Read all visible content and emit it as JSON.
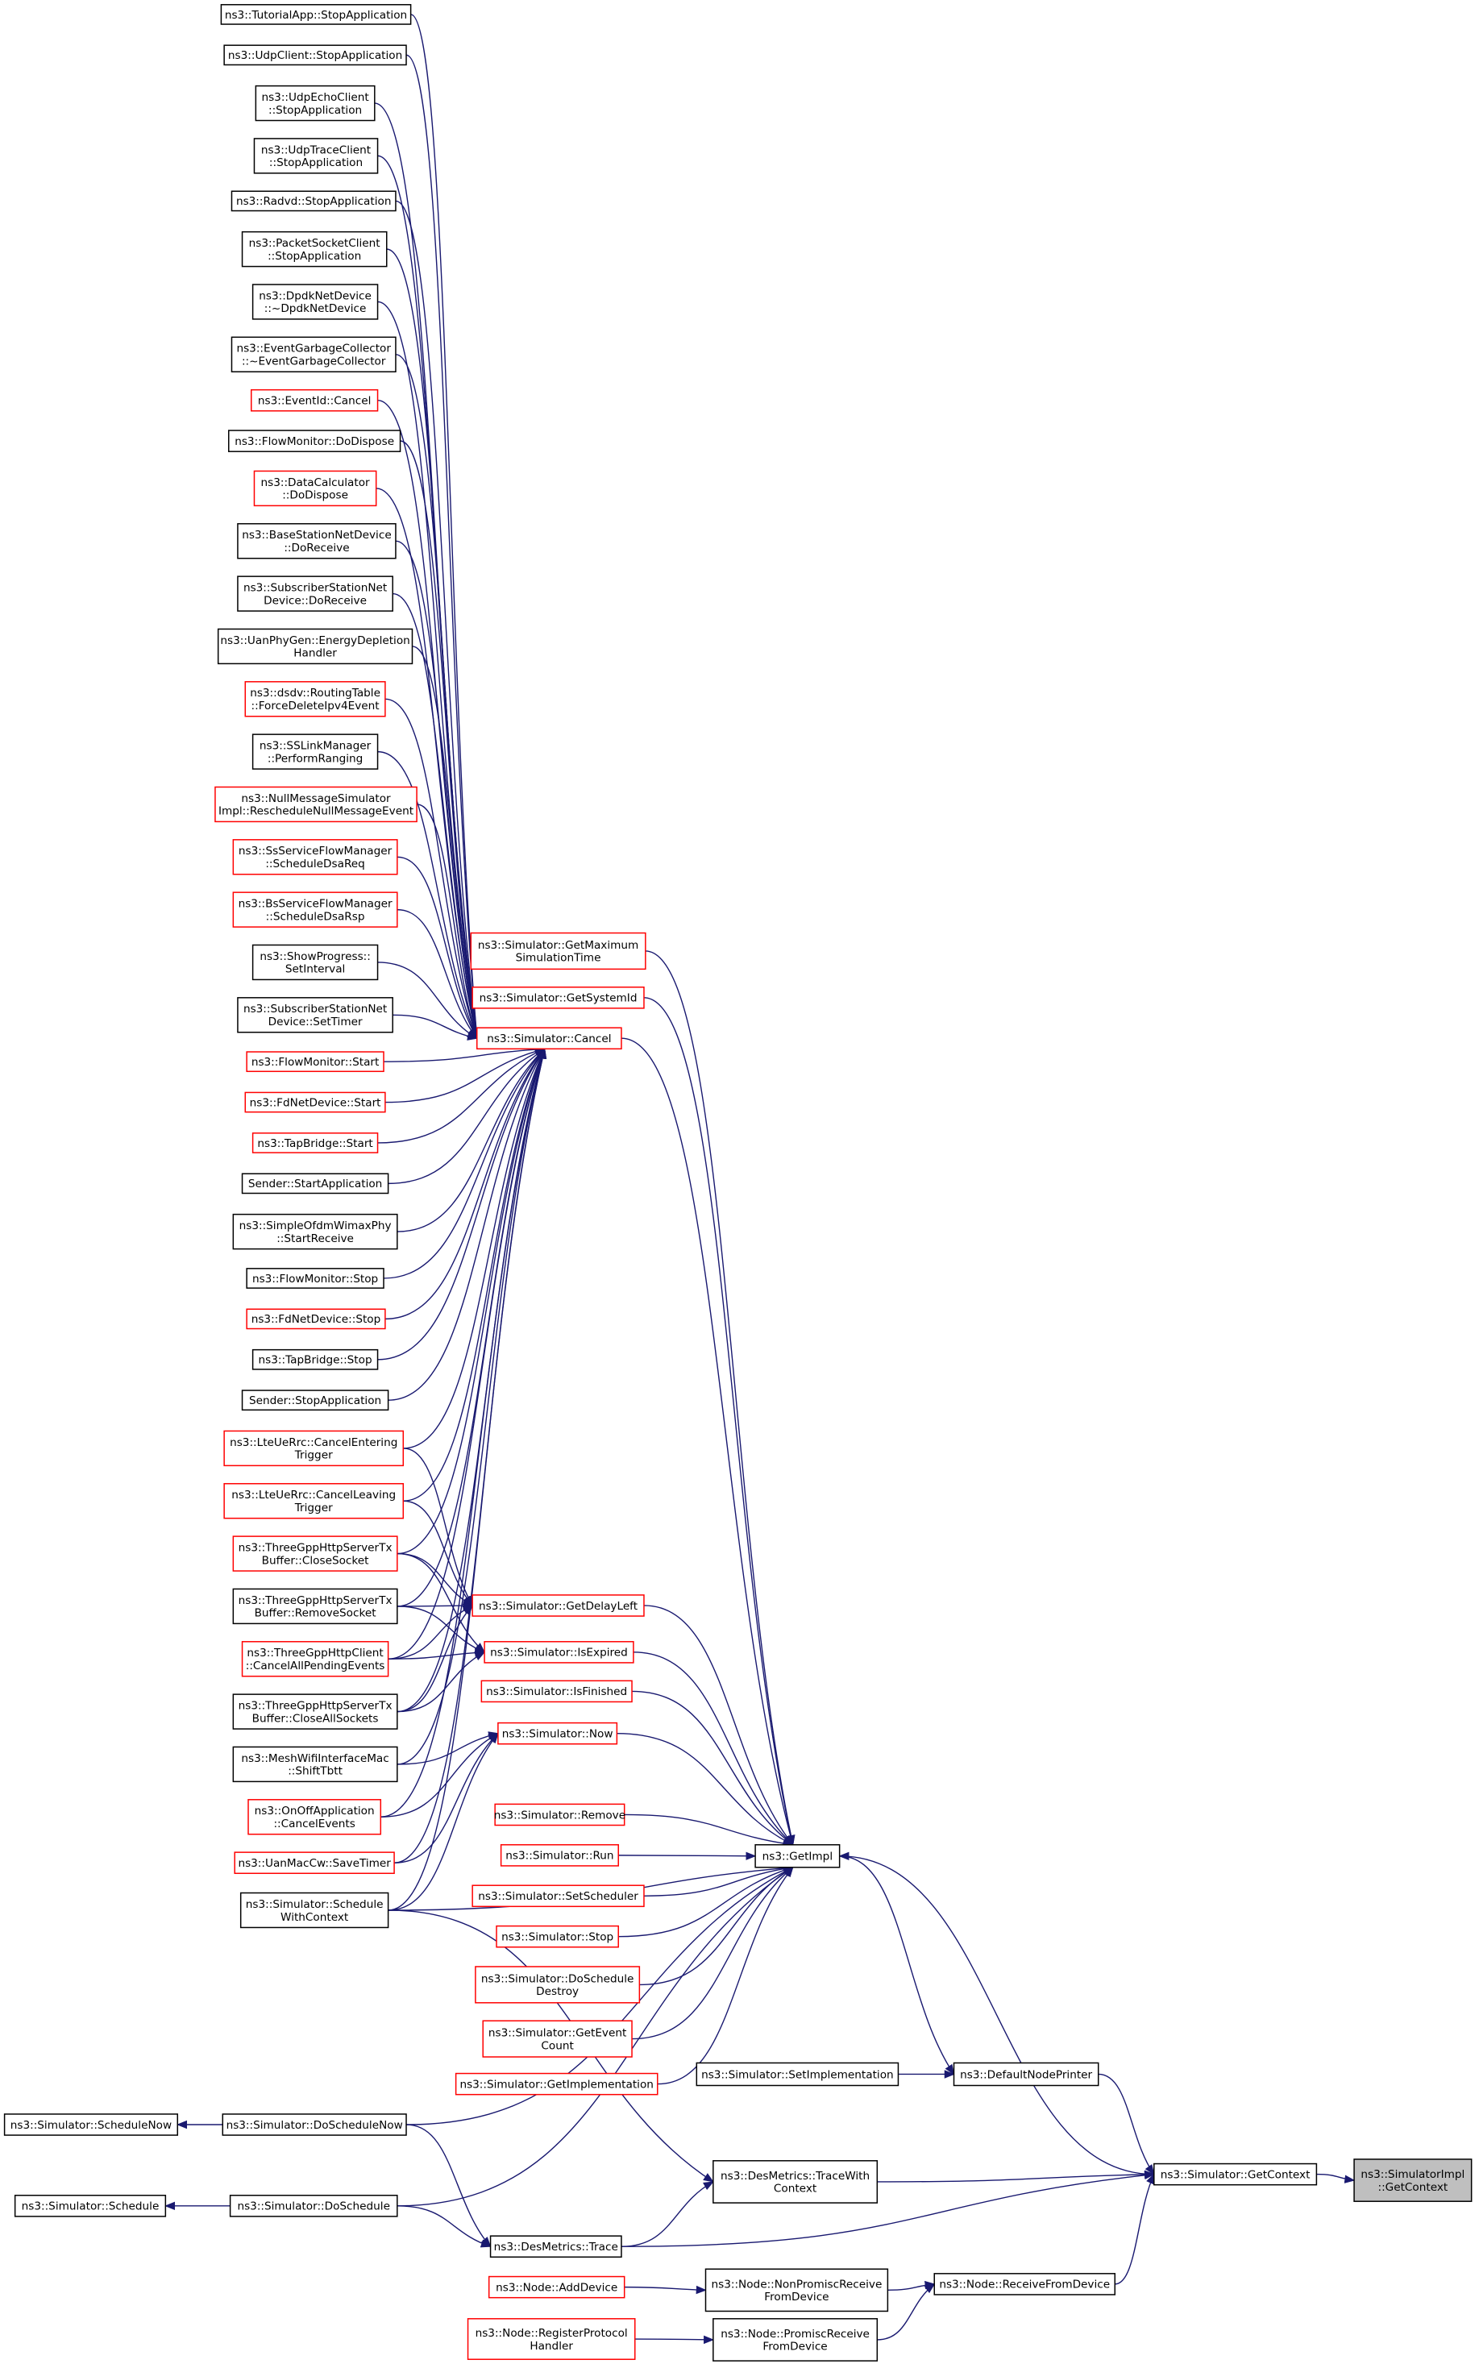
{
  "colors": {
    "edge": "#191970",
    "red_border": "#ff0000",
    "black_border": "#000000",
    "selected_fill": "#bfbfbf"
  },
  "nodes": [
    {
      "id": "n1",
      "lines": [
        "ns3::TutorialApp::StopApplication"
      ],
      "style": "black"
    },
    {
      "id": "n2",
      "lines": [
        "ns3::UdpClient::StopApplication"
      ],
      "style": "black"
    },
    {
      "id": "n3",
      "lines": [
        "ns3::UdpEchoClient",
        "::StopApplication"
      ],
      "style": "black"
    },
    {
      "id": "n4",
      "lines": [
        "ns3::UdpTraceClient",
        "::StopApplication"
      ],
      "style": "black"
    },
    {
      "id": "n5",
      "lines": [
        "ns3::Radvd::StopApplication"
      ],
      "style": "black"
    },
    {
      "id": "n6",
      "lines": [
        "ns3::PacketSocketClient",
        "::StopApplication"
      ],
      "style": "black"
    },
    {
      "id": "n7",
      "lines": [
        "ns3::DpdkNetDevice",
        "::~DpdkNetDevice"
      ],
      "style": "black"
    },
    {
      "id": "n8",
      "lines": [
        "ns3::EventGarbageCollector",
        "::~EventGarbageCollector"
      ],
      "style": "black"
    },
    {
      "id": "n9",
      "lines": [
        "ns3::EventId::Cancel"
      ],
      "style": "red"
    },
    {
      "id": "n10",
      "lines": [
        "ns3::FlowMonitor::DoDispose"
      ],
      "style": "black"
    },
    {
      "id": "n11",
      "lines": [
        "ns3::DataCalculator",
        "::DoDispose"
      ],
      "style": "red"
    },
    {
      "id": "n12",
      "lines": [
        "ns3::BaseStationNetDevice",
        "::DoReceive"
      ],
      "style": "black"
    },
    {
      "id": "n13",
      "lines": [
        "ns3::SubscriberStationNet",
        "Device::DoReceive"
      ],
      "style": "black"
    },
    {
      "id": "n14",
      "lines": [
        "ns3::UanPhyGen::EnergyDepletion",
        "Handler"
      ],
      "style": "black"
    },
    {
      "id": "n15",
      "lines": [
        "ns3::dsdv::RoutingTable",
        "::ForceDeleteIpv4Event"
      ],
      "style": "red"
    },
    {
      "id": "n16",
      "lines": [
        "ns3::SSLinkManager",
        "::PerformRanging"
      ],
      "style": "black"
    },
    {
      "id": "n17",
      "lines": [
        "ns3::NullMessageSimulator",
        "Impl::RescheduleNullMessageEvent"
      ],
      "style": "red"
    },
    {
      "id": "n18",
      "lines": [
        "ns3::SsServiceFlowManager",
        "::ScheduleDsaReq"
      ],
      "style": "red"
    },
    {
      "id": "n19",
      "lines": [
        "ns3::BsServiceFlowManager",
        "::ScheduleDsaRsp"
      ],
      "style": "red"
    },
    {
      "id": "n20",
      "lines": [
        "ns3::ShowProgress::",
        "SetInterval"
      ],
      "style": "black"
    },
    {
      "id": "n21",
      "lines": [
        "ns3::SubscriberStationNet",
        "Device::SetTimer"
      ],
      "style": "black"
    },
    {
      "id": "n22",
      "lines": [
        "ns3::FlowMonitor::Start"
      ],
      "style": "red"
    },
    {
      "id": "n23",
      "lines": [
        "ns3::FdNetDevice::Start"
      ],
      "style": "red"
    },
    {
      "id": "n24",
      "lines": [
        "ns3::TapBridge::Start"
      ],
      "style": "red"
    },
    {
      "id": "n25",
      "lines": [
        "Sender::StartApplication"
      ],
      "style": "black"
    },
    {
      "id": "n26",
      "lines": [
        "ns3::SimpleOfdmWimaxPhy",
        "::StartReceive"
      ],
      "style": "black"
    },
    {
      "id": "n27",
      "lines": [
        "ns3::FlowMonitor::Stop"
      ],
      "style": "black"
    },
    {
      "id": "n28",
      "lines": [
        "ns3::FdNetDevice::Stop"
      ],
      "style": "red"
    },
    {
      "id": "n29",
      "lines": [
        "ns3::TapBridge::Stop"
      ],
      "style": "black"
    },
    {
      "id": "n30",
      "lines": [
        "Sender::StopApplication"
      ],
      "style": "black"
    },
    {
      "id": "n31",
      "lines": [
        "ns3::LteUeRrc::CancelEntering",
        "Trigger"
      ],
      "style": "red"
    },
    {
      "id": "n32",
      "lines": [
        "ns3::LteUeRrc::CancelLeaving",
        "Trigger"
      ],
      "style": "red"
    },
    {
      "id": "n33",
      "lines": [
        "ns3::ThreeGppHttpServerTx",
        "Buffer::CloseSocket"
      ],
      "style": "red"
    },
    {
      "id": "n34",
      "lines": [
        "ns3::ThreeGppHttpServerTx",
        "Buffer::RemoveSocket"
      ],
      "style": "black"
    },
    {
      "id": "n35",
      "lines": [
        "ns3::ThreeGppHttpClient",
        "::CancelAllPendingEvents"
      ],
      "style": "red"
    },
    {
      "id": "n36",
      "lines": [
        "ns3::ThreeGppHttpServerTx",
        "Buffer::CloseAllSockets"
      ],
      "style": "black"
    },
    {
      "id": "n37",
      "lines": [
        "ns3::MeshWifiInterfaceMac",
        "::ShiftTbtt"
      ],
      "style": "black"
    },
    {
      "id": "n38",
      "lines": [
        "ns3::OnOffApplication",
        "::CancelEvents"
      ],
      "style": "red"
    },
    {
      "id": "n39",
      "lines": [
        "ns3::UanMacCw::SaveTimer"
      ],
      "style": "red"
    },
    {
      "id": "n40",
      "lines": [
        "ns3::Simulator::Schedule",
        "WithContext"
      ],
      "style": "black"
    },
    {
      "id": "n41",
      "lines": [
        "ns3::Simulator::DoScheduleNow"
      ],
      "style": "black"
    },
    {
      "id": "n42",
      "lines": [
        "ns3::Simulator::DoSchedule"
      ],
      "style": "black"
    },
    {
      "id": "n43",
      "lines": [
        "ns3::DesMetrics::Trace"
      ],
      "style": "black"
    },
    {
      "id": "n44",
      "lines": [
        "ns3::Simulator::ScheduleNow"
      ],
      "style": "black"
    },
    {
      "id": "n45",
      "lines": [
        "ns3::Simulator::Schedule"
      ],
      "style": "black"
    },
    {
      "id": "n46",
      "lines": [
        "ns3::Simulator::GetMaximum",
        "SimulationTime"
      ],
      "style": "red"
    },
    {
      "id": "n47",
      "lines": [
        "ns3::Simulator::GetSystemId"
      ],
      "style": "red"
    },
    {
      "id": "n48",
      "lines": [
        "ns3::Simulator::Cancel"
      ],
      "style": "red"
    },
    {
      "id": "n49",
      "lines": [
        "ns3::Simulator::GetDelayLeft"
      ],
      "style": "red"
    },
    {
      "id": "n50",
      "lines": [
        "ns3::Simulator::IsExpired"
      ],
      "style": "red"
    },
    {
      "id": "n51",
      "lines": [
        "ns3::Simulator::IsFinished"
      ],
      "style": "red"
    },
    {
      "id": "n52",
      "lines": [
        "ns3::Simulator::Now"
      ],
      "style": "red"
    },
    {
      "id": "n53",
      "lines": [
        "ns3::Simulator::Remove"
      ],
      "style": "red"
    },
    {
      "id": "n54",
      "lines": [
        "ns3::Simulator::Run"
      ],
      "style": "red"
    },
    {
      "id": "n55",
      "lines": [
        "ns3::Simulator::SetScheduler"
      ],
      "style": "red"
    },
    {
      "id": "n56",
      "lines": [
        "ns3::Simulator::Stop"
      ],
      "style": "red"
    },
    {
      "id": "n57",
      "lines": [
        "ns3::Simulator::DoSchedule",
        "Destroy"
      ],
      "style": "red"
    },
    {
      "id": "n58",
      "lines": [
        "ns3::Simulator::GetEvent",
        "Count"
      ],
      "style": "red"
    },
    {
      "id": "n59",
      "lines": [
        "ns3::Simulator::GetImplementation"
      ],
      "style": "red"
    },
    {
      "id": "n60",
      "lines": [
        "ns3::GetImpl"
      ],
      "style": "black"
    },
    {
      "id": "n61",
      "lines": [
        "ns3::Simulator::SetImplementation"
      ],
      "style": "black"
    },
    {
      "id": "n62",
      "lines": [
        "ns3::DefaultNodePrinter"
      ],
      "style": "black"
    },
    {
      "id": "n63",
      "lines": [
        "ns3::DesMetrics::TraceWith",
        "Context"
      ],
      "style": "black"
    },
    {
      "id": "n64",
      "lines": [
        "ns3::Simulator::GetContext"
      ],
      "style": "black"
    },
    {
      "id": "n65",
      "lines": [
        "ns3::SimulatorImpl",
        "::GetContext"
      ],
      "style": "gray"
    },
    {
      "id": "n66",
      "lines": [
        "ns3::Node::AddDevice"
      ],
      "style": "red"
    },
    {
      "id": "n67",
      "lines": [
        "ns3::Node::NonPromiscReceive",
        "FromDevice"
      ],
      "style": "black"
    },
    {
      "id": "n68",
      "lines": [
        "ns3::Node::ReceiveFromDevice"
      ],
      "style": "black"
    },
    {
      "id": "n69",
      "lines": [
        "ns3::Node::RegisterProtocol",
        "Handler"
      ],
      "style": "red"
    },
    {
      "id": "n70",
      "lines": [
        "ns3::Node::PromiscReceive",
        "FromDevice"
      ],
      "style": "black"
    }
  ],
  "edges": [
    [
      "n1",
      "n48"
    ],
    [
      "n2",
      "n48"
    ],
    [
      "n3",
      "n48"
    ],
    [
      "n4",
      "n48"
    ],
    [
      "n5",
      "n48"
    ],
    [
      "n6",
      "n48"
    ],
    [
      "n7",
      "n48"
    ],
    [
      "n8",
      "n48"
    ],
    [
      "n9",
      "n48"
    ],
    [
      "n10",
      "n48"
    ],
    [
      "n11",
      "n48"
    ],
    [
      "n12",
      "n48"
    ],
    [
      "n13",
      "n48"
    ],
    [
      "n14",
      "n48"
    ],
    [
      "n15",
      "n48"
    ],
    [
      "n16",
      "n48"
    ],
    [
      "n17",
      "n48"
    ],
    [
      "n18",
      "n48"
    ],
    [
      "n19",
      "n48"
    ],
    [
      "n20",
      "n48"
    ],
    [
      "n21",
      "n48"
    ],
    [
      "n22",
      "n48"
    ],
    [
      "n23",
      "n48"
    ],
    [
      "n24",
      "n48"
    ],
    [
      "n25",
      "n48"
    ],
    [
      "n26",
      "n48"
    ],
    [
      "n27",
      "n48"
    ],
    [
      "n28",
      "n48"
    ],
    [
      "n29",
      "n48"
    ],
    [
      "n30",
      "n48"
    ],
    [
      "n31",
      "n48"
    ],
    [
      "n32",
      "n48"
    ],
    [
      "n33",
      "n48"
    ],
    [
      "n34",
      "n48"
    ],
    [
      "n35",
      "n48"
    ],
    [
      "n36",
      "n48"
    ],
    [
      "n37",
      "n48"
    ],
    [
      "n38",
      "n48"
    ],
    [
      "n39",
      "n48"
    ],
    [
      "n40",
      "n48"
    ],
    [
      "n31",
      "n49"
    ],
    [
      "n32",
      "n49"
    ],
    [
      "n33",
      "n49"
    ],
    [
      "n34",
      "n49"
    ],
    [
      "n35",
      "n49"
    ],
    [
      "n36",
      "n49"
    ],
    [
      "n33",
      "n50"
    ],
    [
      "n34",
      "n50"
    ],
    [
      "n35",
      "n50"
    ],
    [
      "n36",
      "n50"
    ],
    [
      "n37",
      "n52"
    ],
    [
      "n38",
      "n52"
    ],
    [
      "n39",
      "n52"
    ],
    [
      "n40",
      "n52"
    ],
    [
      "n46",
      "n60"
    ],
    [
      "n47",
      "n60"
    ],
    [
      "n48",
      "n60"
    ],
    [
      "n49",
      "n60"
    ],
    [
      "n50",
      "n60"
    ],
    [
      "n51",
      "n60"
    ],
    [
      "n52",
      "n60"
    ],
    [
      "n53",
      "n60"
    ],
    [
      "n54",
      "n60"
    ],
    [
      "n55",
      "n60"
    ],
    [
      "n56",
      "n60"
    ],
    [
      "n57",
      "n60"
    ],
    [
      "n58",
      "n60"
    ],
    [
      "n59",
      "n60"
    ],
    [
      "n40",
      "n60"
    ],
    [
      "n41",
      "n60"
    ],
    [
      "n42",
      "n60"
    ],
    [
      "n64",
      "n60"
    ],
    [
      "n60",
      "n62"
    ],
    [
      "n61",
      "n62"
    ],
    [
      "n62",
      "n64"
    ],
    [
      "n64",
      "n65"
    ],
    [
      "n63",
      "n64"
    ],
    [
      "n43",
      "n64"
    ],
    [
      "n43",
      "n63"
    ],
    [
      "n68",
      "n64"
    ],
    [
      "n67",
      "n68"
    ],
    [
      "n70",
      "n68"
    ],
    [
      "n66",
      "n67"
    ],
    [
      "n69",
      "n70"
    ],
    [
      "n41",
      "n44"
    ],
    [
      "n42",
      "n45"
    ],
    [
      "n40",
      "n63"
    ],
    [
      "n41",
      "n43"
    ],
    [
      "n42",
      "n43"
    ]
  ]
}
